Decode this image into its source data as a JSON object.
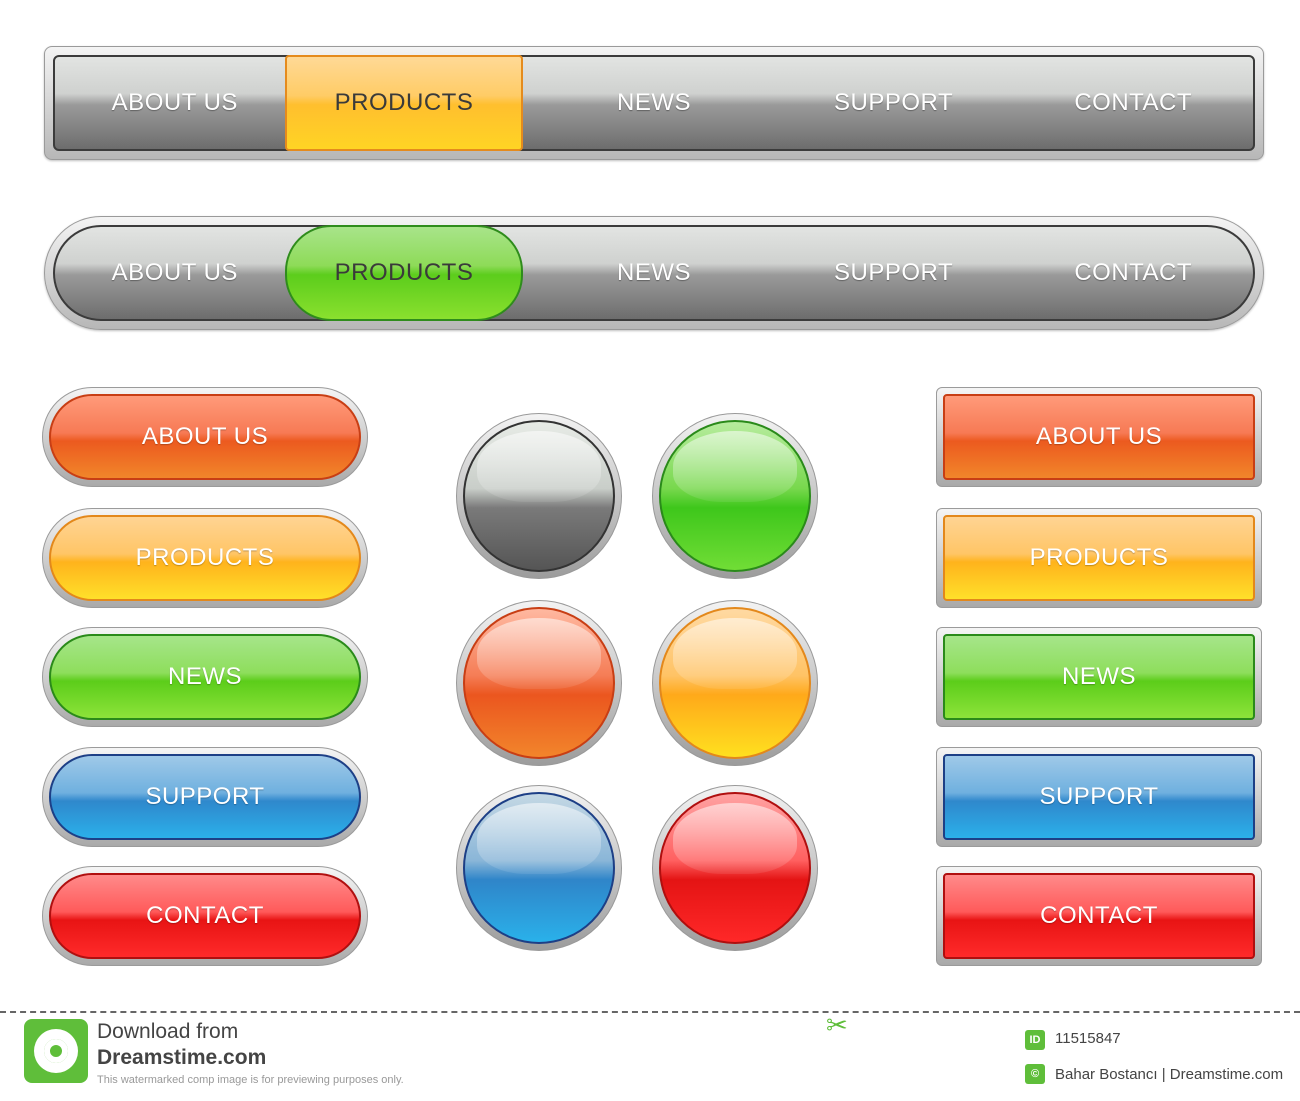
{
  "navbar_rect": {
    "items": [
      "ABOUT US",
      "",
      "NEWS",
      "SUPPORT",
      "CONTACT"
    ],
    "active_label": "PRODUCTS"
  },
  "navbar_pill": {
    "items": [
      "ABOUT US",
      "",
      "NEWS",
      "SUPPORT",
      "CONTACT"
    ],
    "active_label": "PRODUCTS"
  },
  "left_buttons": [
    "ABOUT US",
    "PRODUCTS",
    "NEWS",
    "SUPPORT",
    "CONTACT"
  ],
  "right_buttons": [
    "ABOUT US",
    "PRODUCTS",
    "NEWS",
    "SUPPORT",
    "CONTACT"
  ],
  "round_buttons": [
    "gray",
    "green",
    "orange",
    "yellow",
    "blue",
    "red"
  ],
  "footer": {
    "line1": "Download from",
    "line2": "Dreamstime.com",
    "line3": "This watermarked comp image is for previewing purposes only.",
    "id_badge": "ID",
    "id_number": "11515847",
    "author_badge": "©",
    "author": "Bahar Bostancı | Dreamstime.com"
  },
  "colors": {
    "orange": "#ec5a1f",
    "yellow": "#ffb31c",
    "green": "#5ccd1a",
    "blue": "#2f88cc",
    "red": "#e81414",
    "gray": "#7a7a7a"
  }
}
